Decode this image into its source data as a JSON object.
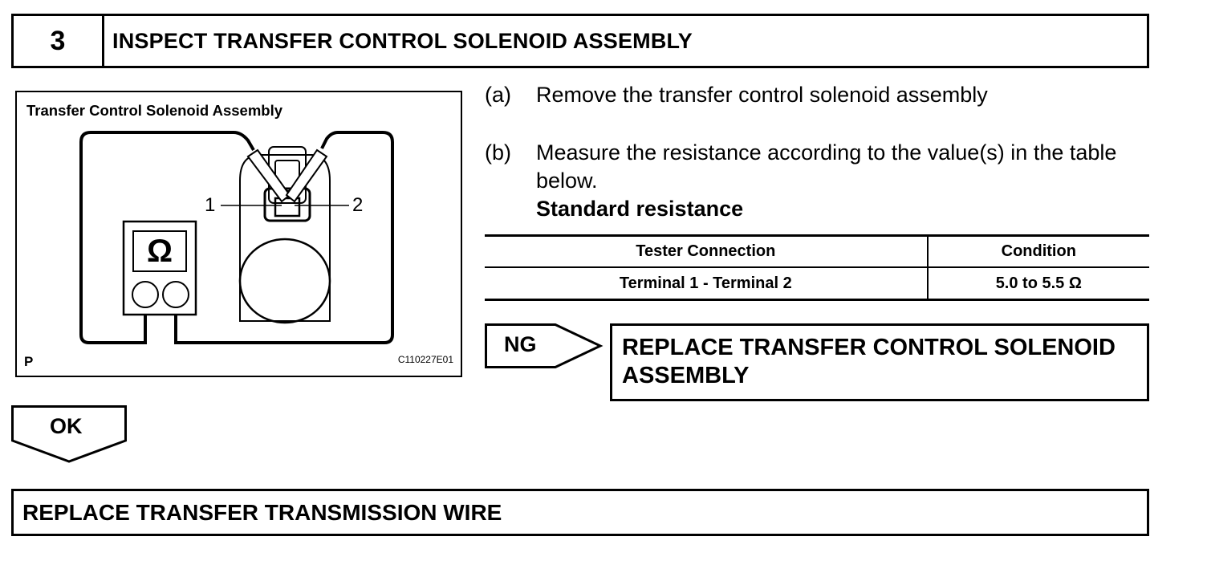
{
  "step": {
    "number": "3",
    "title": "INSPECT TRANSFER CONTROL SOLENOID ASSEMBLY"
  },
  "figure": {
    "caption": "Transfer Control Solenoid Assembly",
    "terminal_1": "1",
    "terminal_2": "2",
    "meter_symbol": "Ω",
    "corner_mark": "P",
    "illustration_id": "C110227E01"
  },
  "instructions": [
    {
      "label": "(a)",
      "text": "Remove the transfer control solenoid assembly"
    },
    {
      "label": "(b)",
      "text": "Measure the resistance according to the value(s) in the table below."
    }
  ],
  "standard_resistance_heading": "Standard resistance",
  "table": {
    "headers": [
      "Tester Connection",
      "Condition"
    ],
    "rows": [
      [
        "Terminal 1 - Terminal 2",
        "5.0 to 5.5 Ω"
      ]
    ]
  },
  "ng": {
    "label": "NG",
    "action": "REPLACE TRANSFER CONTROL SOLENOID ASSEMBLY"
  },
  "ok": {
    "label": "OK",
    "action": "REPLACE TRANSFER TRANSMISSION WIRE"
  }
}
